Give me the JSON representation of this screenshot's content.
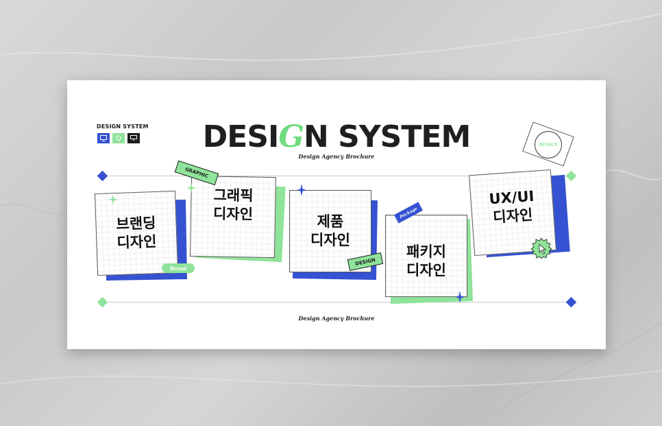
{
  "poster": {
    "brand_small": "DESIGN SYSTEM",
    "title_pre": "DESI",
    "title_accent": "G",
    "title_post": "N SYSTEM",
    "subtitle": "Design Agency Brochure",
    "footer_subtitle": "Design Agency Brochure",
    "icons": [
      "monitor-icon",
      "lightbulb-icon",
      "presentation-icon"
    ]
  },
  "cards": [
    {
      "label": "브랜딩\n디자인",
      "tag": "Brand"
    },
    {
      "label": "그래픽\n디자인",
      "tag": "GRAPHIC"
    },
    {
      "label": "제품\n디자인",
      "tag": "DESIGN"
    },
    {
      "label": "패키지\n디자인",
      "tag": "Package"
    },
    {
      "label": "UX/UI\n디자인",
      "tag": "DESIGN"
    }
  ],
  "colors": {
    "blue": "#3452d1",
    "green": "#8fe39a",
    "dark": "#1f1f1f"
  }
}
